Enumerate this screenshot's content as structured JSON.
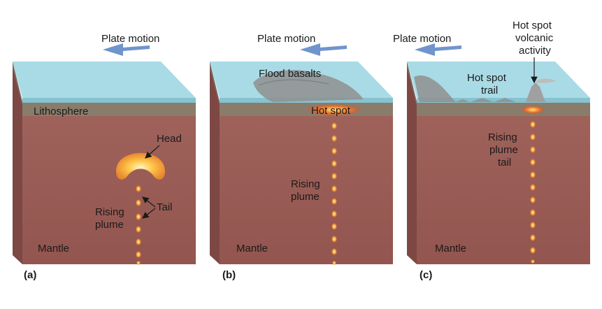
{
  "colors": {
    "ocean_top": "#a9dbe6",
    "ocean_front": "#8ccbd9",
    "lithosphere": "#8a7c6a",
    "mantle_front": "#9b5f59",
    "mantle_side": "#7d4844",
    "plume": "#f7a53a",
    "arrow": "#6f95cc"
  },
  "panels": [
    {
      "letter": "(a)",
      "plate_motion": "Plate motion",
      "lithosphere": "Lithosphere",
      "head": "Head",
      "tail": "Tail",
      "rising_line1": "Rising",
      "rising_line2": "plume",
      "mantle": "Mantle"
    },
    {
      "letter": "(b)",
      "plate_motion": "Plate motion",
      "flood_basalts": "Flood basalts",
      "hot_spot": "Hot spot",
      "rising_line1": "Rising",
      "rising_line2": "plume",
      "mantle": "Mantle"
    },
    {
      "letter": "(c)",
      "plate_motion": "Plate motion",
      "volcanic_line1": "Hot spot",
      "volcanic_line2": "volcanic",
      "volcanic_line3": "activity",
      "trail_line1": "Hot spot",
      "trail_line2": "trail",
      "rising_line1": "Rising",
      "rising_line2": "plume",
      "rising_line3": "tail",
      "mantle": "Mantle"
    }
  ]
}
